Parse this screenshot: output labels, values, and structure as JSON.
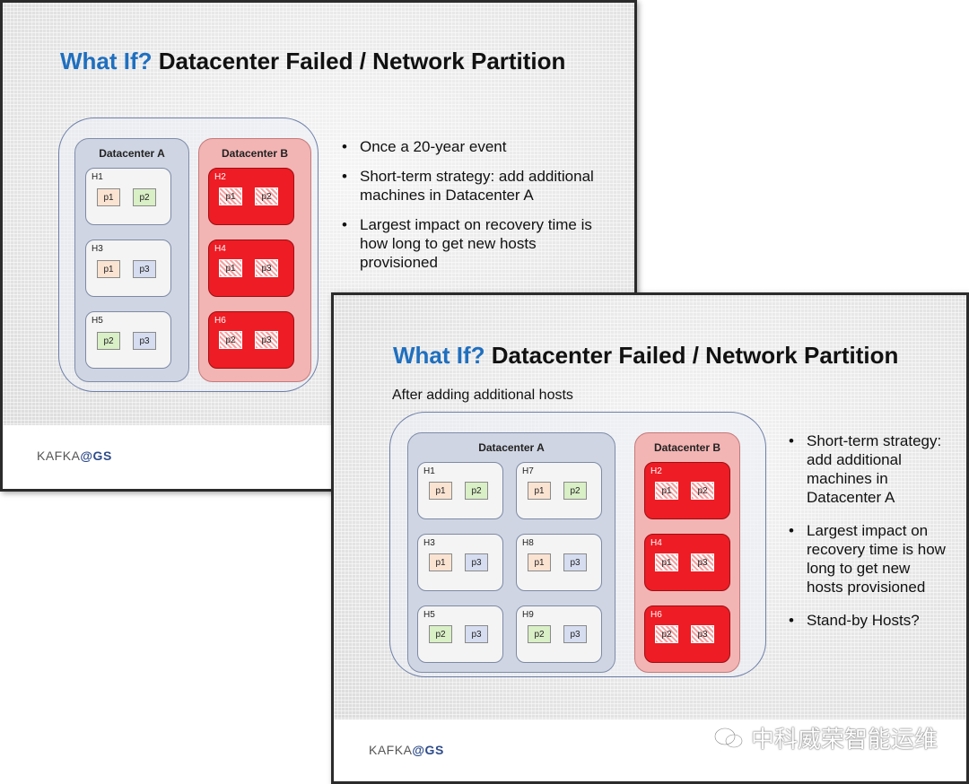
{
  "slide1": {
    "title_q": "What If?",
    "title_rest": " Datacenter Failed / Network Partition",
    "dc_a_label": "Datacenter A",
    "dc_b_label": "Datacenter B",
    "hosts_a": [
      {
        "name": "H1",
        "parts": [
          "p1",
          "p2"
        ]
      },
      {
        "name": "H3",
        "parts": [
          "p1",
          "p3"
        ]
      },
      {
        "name": "H5",
        "parts": [
          "p2",
          "p3"
        ]
      }
    ],
    "hosts_b": [
      {
        "name": "H2",
        "parts": [
          "p1",
          "p2"
        ]
      },
      {
        "name": "H4",
        "parts": [
          "p1",
          "p3"
        ]
      },
      {
        "name": "H6",
        "parts": [
          "p2",
          "p3"
        ]
      }
    ],
    "bullets": [
      "Once a 20-year event",
      "Short-term strategy: add additional machines in Datacenter A",
      "Largest impact on recovery time is how long to get new hosts provisioned"
    ],
    "brand_pre": "KAFKA",
    "brand_post": "@GS"
  },
  "slide2": {
    "title_q": "What If?",
    "title_rest": " Datacenter Failed / Network Partition",
    "subtitle": "After adding additional hosts",
    "dc_a_label": "Datacenter A",
    "dc_b_label": "Datacenter B",
    "hosts_a": [
      {
        "name": "H1",
        "parts": [
          "p1",
          "p2"
        ]
      },
      {
        "name": "H7",
        "parts": [
          "p1",
          "p2"
        ]
      },
      {
        "name": "H3",
        "parts": [
          "p1",
          "p3"
        ]
      },
      {
        "name": "H8",
        "parts": [
          "p1",
          "p3"
        ]
      },
      {
        "name": "H5",
        "parts": [
          "p2",
          "p3"
        ]
      },
      {
        "name": "H9",
        "parts": [
          "p2",
          "p3"
        ]
      }
    ],
    "hosts_b": [
      {
        "name": "H2",
        "parts": [
          "p1",
          "p2"
        ]
      },
      {
        "name": "H4",
        "parts": [
          "p1",
          "p3"
        ]
      },
      {
        "name": "H6",
        "parts": [
          "p2",
          "p3"
        ]
      }
    ],
    "bullets": [
      "Short-term strategy: add additional machines in Datacenter A",
      "Largest impact on recovery time is how long to get new hosts provisioned",
      "Stand-by Hosts?"
    ],
    "brand_pre": "KAFKA",
    "brand_post": "@GS"
  },
  "watermark": "中科威荣智能运维",
  "colors": {
    "accent": "#1f6fbf",
    "failed": "#ee1c24",
    "p1": "#fbe3d2",
    "p2": "#d9efc6",
    "p3": "#d6ddf0"
  }
}
